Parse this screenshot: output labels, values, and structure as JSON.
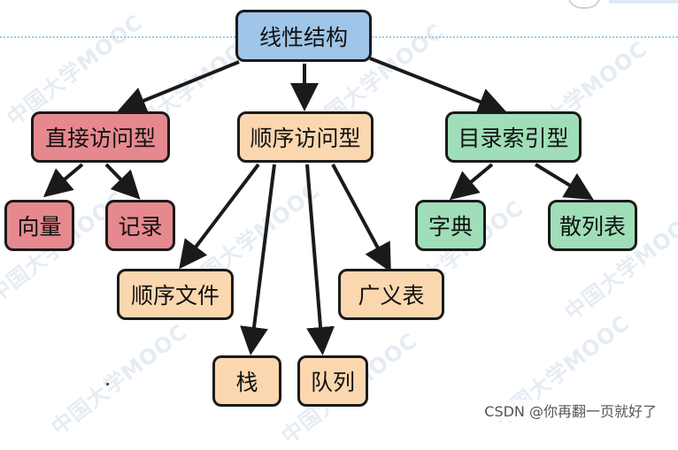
{
  "colors": {
    "root_fill": "#9fc5e8",
    "red_fill": "#e6898e",
    "orange_fill": "#fbd7b0",
    "green_fill": "#9fdeb8",
    "edge": "#1a1a1a"
  },
  "watermark": "中国大学MOOC",
  "credit": "CSDN @你再翻一页就好了",
  "nodes": {
    "root": "线性结构",
    "direct": "直接访问型",
    "sequential": "顺序访问型",
    "index": "目录索引型",
    "vector": "向量",
    "record": "记录",
    "seq_file": "顺序文件",
    "stack": "栈",
    "queue": "队列",
    "glist": "广义表",
    "dict": "字典",
    "hash": "散列表"
  }
}
